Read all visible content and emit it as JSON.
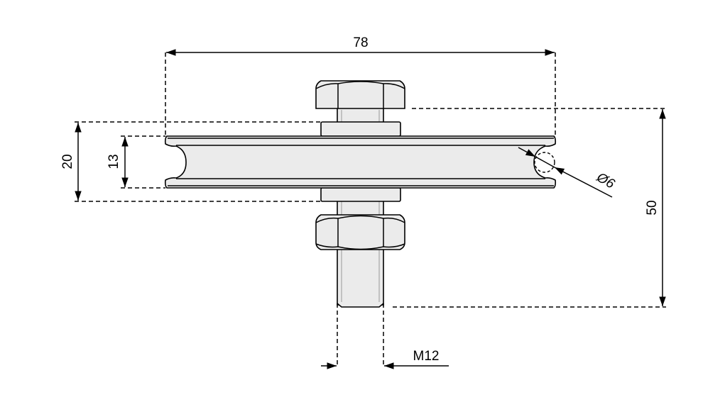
{
  "drawing": {
    "title": "Pulley with bolt dimension drawing",
    "dimensions": {
      "overall_width": "78",
      "flange_height": "20",
      "groove_height": "13",
      "groove_diameter": "Ø6",
      "total_height": "50",
      "thread": "M12"
    },
    "colors": {
      "part_fill": "#ebebeb",
      "line": "#000000"
    }
  }
}
